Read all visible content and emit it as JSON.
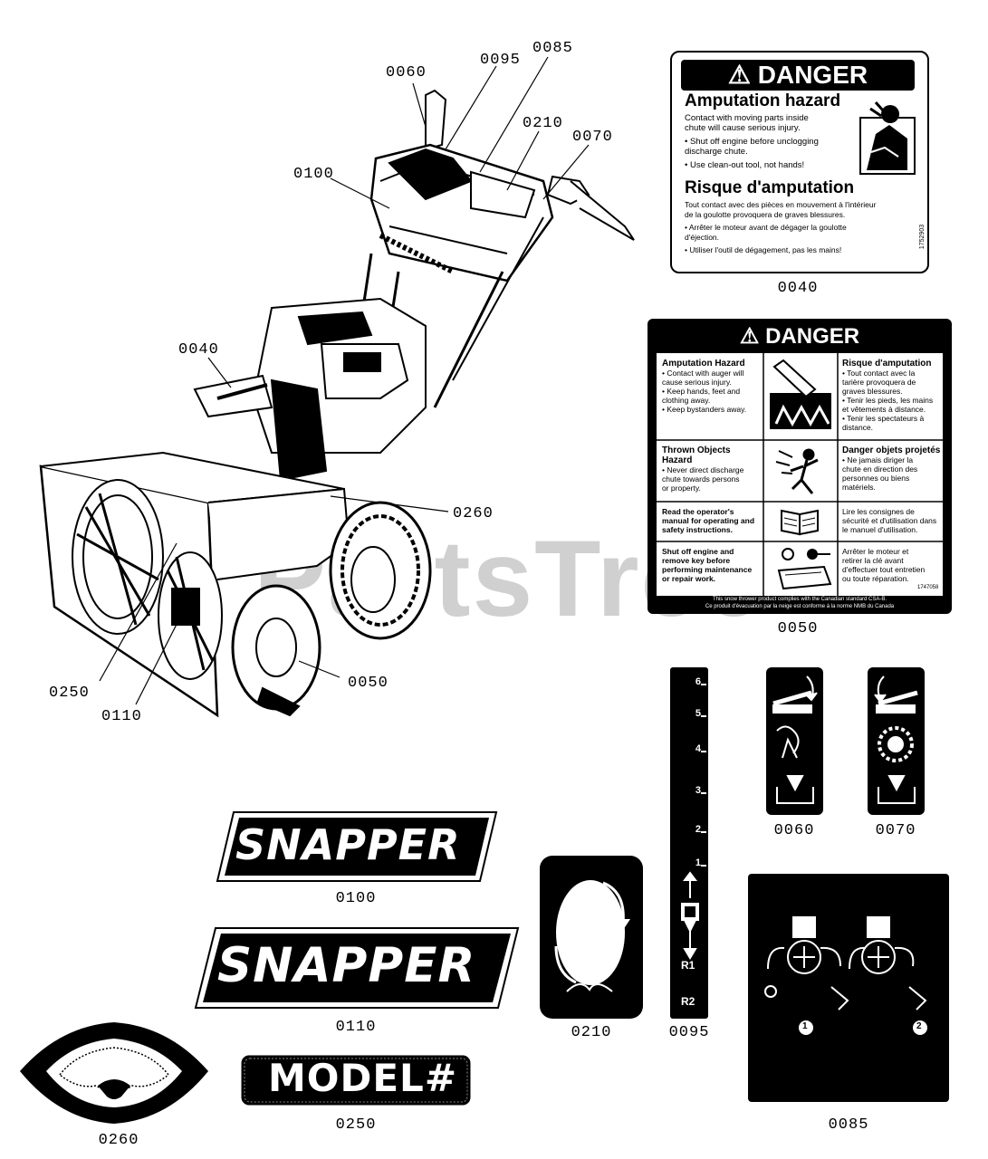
{
  "watermark": "PartsTree",
  "callouts": {
    "c0060": "0060",
    "c0095": "0095",
    "c0085": "0085",
    "c0210": "0210",
    "c0070": "0070",
    "c0100": "0100",
    "c0040": "0040",
    "c0260": "0260",
    "c0050": "0050",
    "c0250": "0250",
    "c0110": "0110"
  },
  "captions": {
    "p0040": "0040",
    "p0050": "0050",
    "p0060": "0060",
    "p0070": "0070",
    "p0100": "0100",
    "p0110": "0110",
    "p0210": "0210",
    "p0095": "0095",
    "p0085": "0085",
    "p0260": "0260",
    "p0250": "0250"
  },
  "decal_0040": {
    "banner": "DANGER",
    "heading_en": "Amputation hazard",
    "line1": "Contact with moving parts inside",
    "line2": "chute will cause serious injury.",
    "bullet1a": "• Shut off engine before unclogging",
    "bullet1b": "  discharge chute.",
    "bullet2": "• Use clean-out tool, not hands!",
    "heading_fr": "Risque d'amputation",
    "fr1": "Tout contact avec des pièces en mouvement à l'intérieur",
    "fr2": "de la goulotte provoquera de graves blessures.",
    "fr3": "• Arrêter le moteur avant de dégager la goulotte",
    "fr4": "  d'éjection.",
    "fr5": "• Utiliser l'outil de dégagement, pas les mains!",
    "code": "1752903"
  },
  "decal_0050": {
    "banner": "DANGER",
    "amp_title": "Amputation Hazard",
    "amp1": "• Contact with auger will",
    "amp2": "  cause serious injury.",
    "amp3": "• Keep hands, feet and",
    "amp4": "  clothing away.",
    "amp5": "• Keep bystanders away.",
    "risk_title": "Risque d'amputation",
    "risk1": "• Tout contact avec la",
    "risk2": "  tarière provoquera de",
    "risk3": "  graves blessures.",
    "risk4": "• Tenir les pieds, les mains",
    "risk5": "  et vêtements à distance.",
    "risk6": "• Tenir les spectateurs à",
    "risk7": "  distance.",
    "thrown_title": "Thrown Objects Hazard",
    "thrown1": "• Never direct discharge",
    "thrown2": "  chute towards persons",
    "thrown3": "  or property.",
    "proj_title": "Danger objets projetés",
    "proj1": "• Ne jamais diriger la",
    "proj2": "  chute en direction des",
    "proj3": "  personnes ou biens",
    "proj4": "  matériels.",
    "read1": "Read the operator's",
    "read2": "manual for operating and",
    "read3": "safety instructions.",
    "lire1": "Lire les consignes de",
    "lire2": "sécurité et d'utilisation dans",
    "lire3": "le manuel d'utilisation.",
    "shut1": "Shut off engine and",
    "shut2": "remove key before",
    "shut3": "performing maintenance",
    "shut4": "or repair work.",
    "arr1": "Arrêter le moteur et",
    "arr2": "retirer la clé avant",
    "arr3": "d'effectuer tout entretien",
    "arr4": "ou toute réparation.",
    "foot1": "This snow thrower product complies with the Canadian standard CSA-B.",
    "foot2": "Ce produit d'évacuation par la neige est conforme à la norme NMB du Canada",
    "code": "1747058"
  },
  "logos": {
    "snapper_0100": "SNAPPER",
    "snapper_0110": "SNAPPER",
    "model_0250": "MODEL#"
  },
  "scale_0095": {
    "ticks": [
      "6",
      "5",
      "4",
      "3",
      "2",
      "1"
    ],
    "r1": "R1",
    "r2": "R2"
  },
  "decal_0085": {
    "num1": "1",
    "num2": "2"
  }
}
